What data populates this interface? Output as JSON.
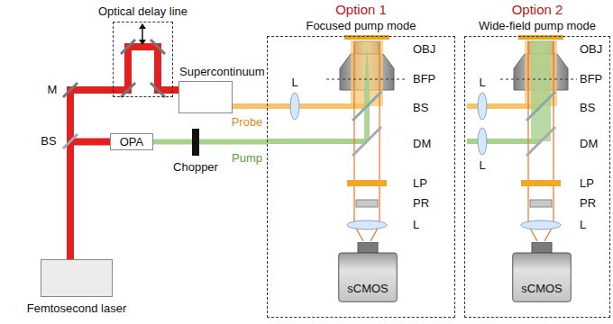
{
  "diagram": {
    "nodes": [
      {
        "text": [
          "Optical delay line"
        ]
      },
      {
        "text": [
          "Supercontinuum"
        ]
      },
      {
        "text": [
          "OPA"
        ]
      },
      {
        "text": [
          "Femtosecond laser"
        ]
      },
      {
        "text": [
          "Option 1",
          "Focused pump mode"
        ]
      },
      {
        "text": [
          "sCMOS"
        ],
        "in": 4
      },
      {
        "text": [
          "Option 2",
          "Wide-field pump mode"
        ]
      },
      {
        "text": [
          "sCMOS"
        ],
        "in": 6
      }
    ],
    "edges": [
      {
        "from": 3,
        "to": 0,
        "arrow": "none"
      },
      {
        "from": 3,
        "to": 2,
        "arrow": "none"
      },
      {
        "from": 0,
        "to": 1,
        "arrow": "none"
      },
      {
        "from": 1,
        "to": 4,
        "label": "Probe",
        "arrow": "none"
      },
      {
        "from": 2,
        "to": 4,
        "label": "Pump",
        "arrow": "none"
      }
    ],
    "labels": [
      "M",
      "BS",
      "Chopper",
      "L",
      "OBJ",
      "BFP",
      "BS",
      "DM",
      "LP",
      "PR",
      "L",
      "L",
      "L",
      "OBJ",
      "BFP",
      "BS",
      "DM",
      "LP",
      "PR",
      "L"
    ]
  }
}
